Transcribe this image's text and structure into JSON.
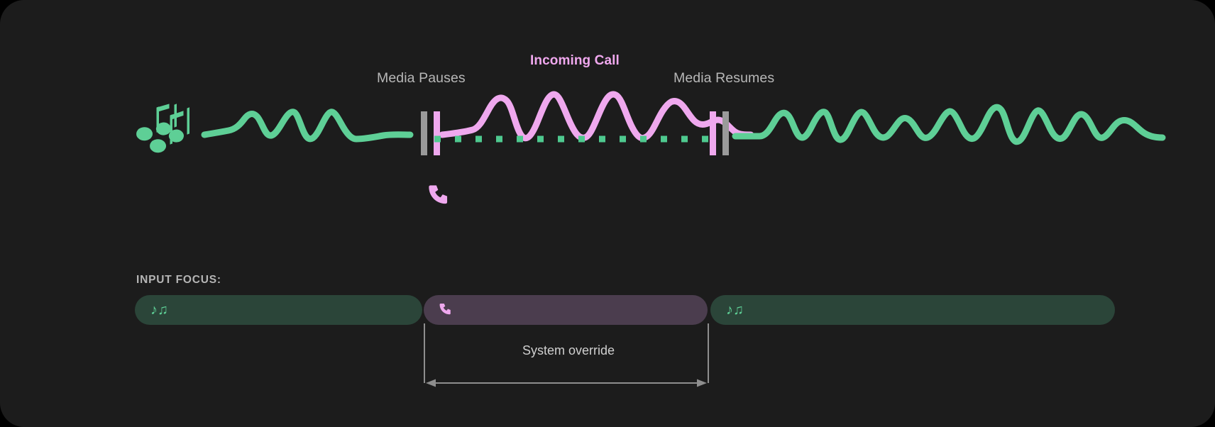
{
  "panel": {
    "background": "#1c1c1c",
    "corner_radius": 34
  },
  "timeline": {
    "labels": {
      "media_pauses": "Media Pauses",
      "incoming_call": "Incoming Call",
      "media_resumes": "Media Resumes"
    },
    "icons": {
      "music_notes": "music-notes-icon",
      "phone": "phone-icon",
      "pause_left": "pause-marker-left",
      "pause_right": "pause-marker-right"
    },
    "colors": {
      "media_wave": "#5ecf96",
      "call_wave": "#efa8ee",
      "pause_bar_gray": "#9a9a9a",
      "pause_bar_pink": "#efa8ee",
      "dotted_line": "#4ec98f",
      "label_text": "#b7b7b7",
      "call_label_text": "#f0a8ee"
    }
  },
  "input_focus": {
    "title": "INPUT FOCUS:",
    "segments": [
      {
        "name": "media-before",
        "glyph": "♪♫",
        "icon": "music-notes-icon",
        "color": "#2b4539"
      },
      {
        "name": "call-override",
        "glyph": "",
        "icon": "phone-icon",
        "color": "#4b3d4e"
      },
      {
        "name": "media-after",
        "glyph": "♪♫",
        "icon": "music-notes-icon",
        "color": "#2b4539"
      }
    ],
    "override": {
      "label": "System override",
      "arrow": "double-headed-arrow",
      "color": "#9a9a9a"
    }
  }
}
